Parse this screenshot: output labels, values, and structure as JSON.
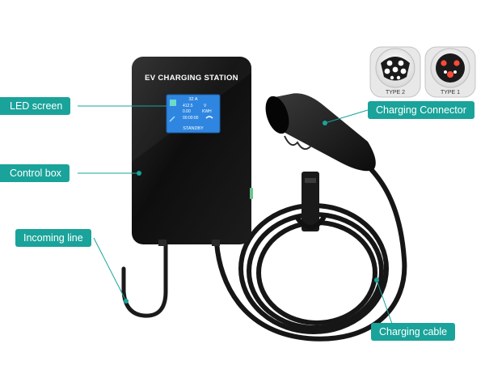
{
  "device": {
    "title": "EV CHARGING STATION",
    "screen": {
      "current": "32 A",
      "voltage": "412.5",
      "voltage_unit": "V",
      "energy": "0.00",
      "energy_unit": "KWH",
      "time": "00:00:00",
      "status": "STANDBY"
    }
  },
  "connector_types": [
    {
      "label": "TYPE 2"
    },
    {
      "label": "TYPE 1"
    }
  ],
  "callouts": {
    "led_screen": "LED screen",
    "control_box": "Control box",
    "incoming_line": "Incoming line",
    "charging_connector": "Charging Connector",
    "charging_cable": "Charging cable"
  },
  "colors": {
    "accent": "#1aa39a",
    "body": "#141414",
    "screen": "#2f86e0"
  }
}
